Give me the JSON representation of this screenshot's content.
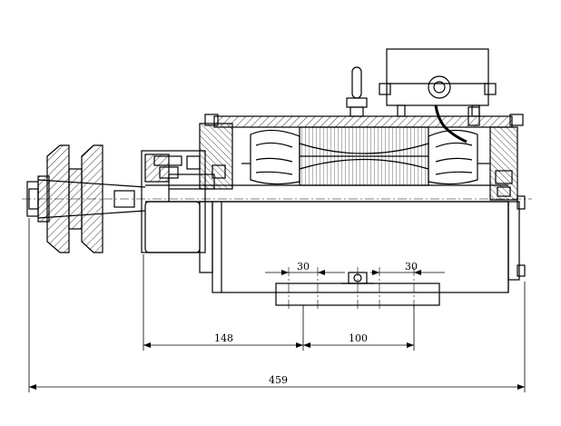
{
  "dimensions": {
    "gap_left": "30",
    "gap_right": "30",
    "shaft_to_mount": "148",
    "mount_spacing": "100",
    "overall_length": "459"
  }
}
